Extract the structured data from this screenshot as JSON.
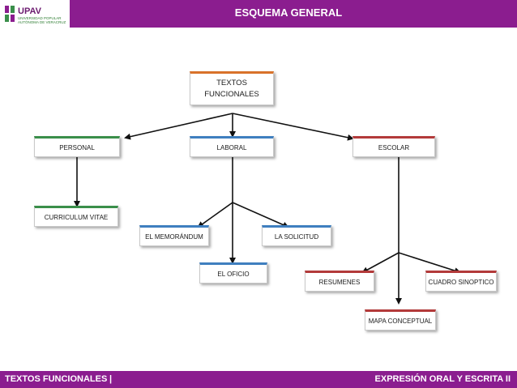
{
  "header": {
    "title": "ESQUEMA GENERAL"
  },
  "logo": {
    "name": "UPAV",
    "subtitle": "UNIVERSIDAD POPULAR AUTÓNOMA DE VERACRUZ"
  },
  "diagram": {
    "root": "TEXTOS FUNCIONALES",
    "personal": "PERSONAL",
    "laboral": "LABORAL",
    "escolar": "ESCOLAR",
    "curriculum": "CURRICULUM VITAE",
    "memorandum": "EL MEMORÁNDUM",
    "oficio": "EL OFICIO",
    "solicitud": "LA SOLICITUD",
    "resumenes": "RESUMENES",
    "mapa": "MAPA CONCEPTUAL",
    "cuadro": "CUADRO SINOPTICO"
  },
  "footer": {
    "left": "TEXTOS FUNCIONALES",
    "separator": "|",
    "right": "EXPRESIÓN ORAL Y ESCRITA II"
  }
}
